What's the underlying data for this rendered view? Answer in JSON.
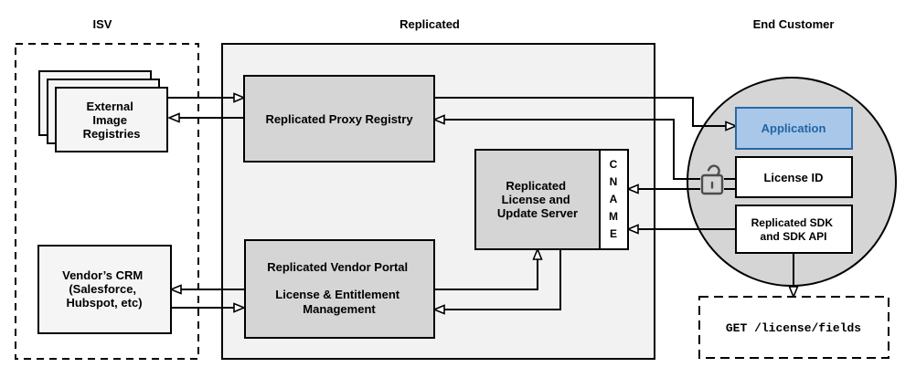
{
  "sections": {
    "isv": {
      "label": "ISV"
    },
    "replicated": {
      "label": "Replicated"
    },
    "end_customer": {
      "label": "End Customer"
    }
  },
  "nodes": {
    "external_image_registries": {
      "lines": [
        "External",
        "Image",
        "Registries"
      ]
    },
    "vendors_crm": {
      "lines": [
        "Vendor’s CRM",
        "(Salesforce,",
        "Hubspot, etc)"
      ]
    },
    "replicated_proxy_registry": {
      "label": "Replicated Proxy Registry"
    },
    "replicated_license_update_server": {
      "lines": [
        "Replicated",
        "License and",
        "Update Server"
      ]
    },
    "cname": {
      "label": "CNAME",
      "letters": [
        "C",
        "N",
        "A",
        "M",
        "E"
      ]
    },
    "replicated_vendor_portal": {
      "lines": [
        "Replicated Vendor Portal",
        "License & Entitlement",
        "Management"
      ]
    },
    "application": {
      "label": "Application"
    },
    "license_id": {
      "label": "License ID"
    },
    "replicated_sdk": {
      "lines": [
        "Replicated SDK",
        "and SDK API"
      ]
    },
    "get_license_fields": {
      "label": "GET /license/fields"
    }
  },
  "icons": {
    "unlock": "unlock-icon"
  },
  "colors": {
    "container_fill": "#f2f2f2",
    "light_node_fill": "#f5f5f5",
    "node_fill": "#d5d5d5",
    "circle_fill": "#d5d5d5",
    "white": "#ffffff",
    "app_fill": "#a9c7e9",
    "app_stroke": "#2669a8",
    "app_text": "#2065a5",
    "line": "#000000",
    "lock": "#4d4d4d"
  },
  "edges": [
    {
      "from": "external-image-registries",
      "to": "replicated-proxy-registry"
    },
    {
      "from": "replicated-proxy-registry",
      "to": "external-image-registries"
    },
    {
      "from": "replicated-proxy-registry",
      "to": "application"
    },
    {
      "from": "license-id",
      "to": "replicated-proxy-registry",
      "via": "unlock-icon"
    },
    {
      "from": "license-id",
      "to": "cname",
      "via": "unlock-icon"
    },
    {
      "from": "replicated-sdk",
      "to": "cname"
    },
    {
      "from": "replicated-vendor-portal",
      "to": "vendors-crm"
    },
    {
      "from": "vendors-crm",
      "to": "replicated-vendor-portal"
    },
    {
      "from": "replicated-vendor-portal",
      "to": "replicated-license-update-server"
    },
    {
      "from": "replicated-license-update-server",
      "to": "replicated-vendor-portal"
    },
    {
      "from": "replicated-sdk",
      "to": "get-license-fields"
    }
  ]
}
